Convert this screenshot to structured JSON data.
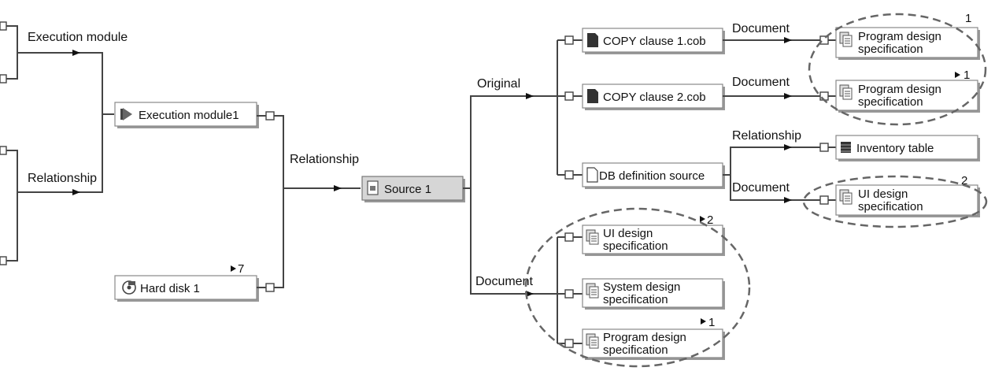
{
  "edge_labels": {
    "execution_module": "Execution module",
    "relationship_left": "Relationship",
    "relationship_center": "Relationship",
    "original": "Original",
    "document_main": "Document",
    "doc_copy1": "Document",
    "doc_copy2": "Document",
    "relationship_db": "Relationship",
    "document_db": "Document"
  },
  "nodes": {
    "execution_module1": "Execution module1",
    "hard_disk1": "Hard disk 1",
    "source1": "Source 1",
    "copy_clause1": "COPY clause 1.cob",
    "copy_clause2": "COPY clause 2.cob",
    "db_definition_source": "DB definition source",
    "program_design_spec_1a": "Program design",
    "program_design_spec_1b": "specification",
    "program_design_spec_2a": "Program design",
    "program_design_spec_2b": "specification",
    "inventory_table": "Inventory table",
    "ui_design_spec_db_a": "UI design",
    "ui_design_spec_db_b": "specification",
    "ui_design_spec_doc_a": "UI design",
    "ui_design_spec_doc_b": "specification",
    "system_design_spec_a": "System design",
    "system_design_spec_b": "specification",
    "program_design_spec_doc_a": "Program design",
    "program_design_spec_doc_b": "specification"
  },
  "counts": {
    "hard_disk": "7",
    "spec_top": "1",
    "spec_second": "1",
    "ui_db": "2",
    "ui_doc": "2",
    "program_doc": "1"
  },
  "icons": {
    "execution_module1": "execution-module-icon",
    "hard_disk1": "hard-disk-icon",
    "source1": "source-file-icon",
    "copy_clause": "cobol-file-icon",
    "db_definition_source": "blank-document-icon",
    "spec": "specification-document-icon",
    "inventory_table": "table-icon"
  }
}
